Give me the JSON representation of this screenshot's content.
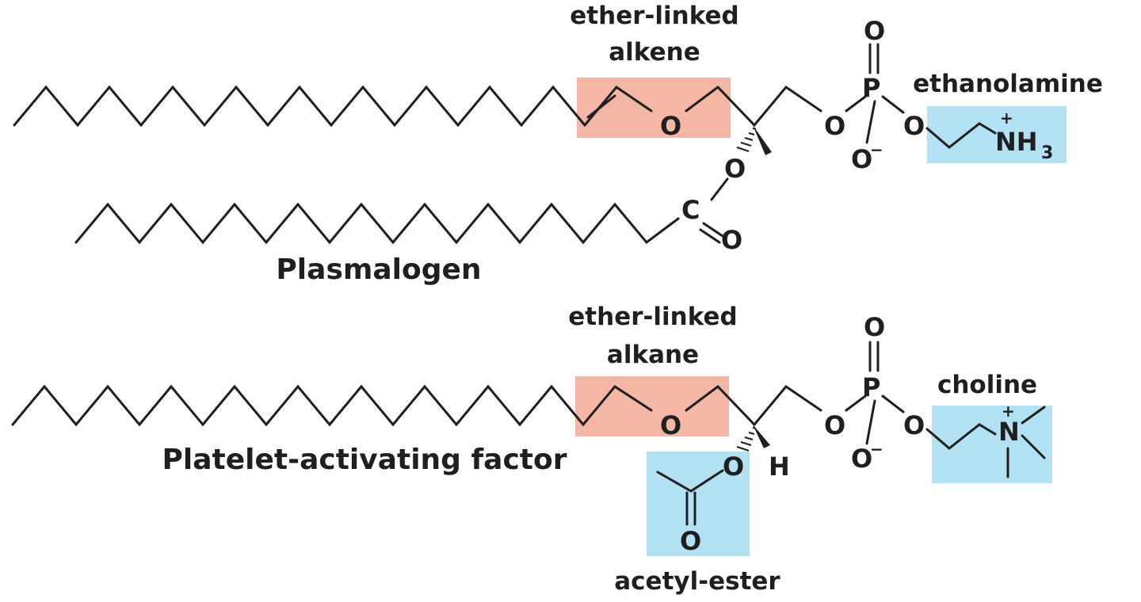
{
  "colors": {
    "ether_highlight": "#f4b7a6",
    "headgroup_highlight": "#b3e1f4",
    "bond": "#1f1f1f"
  },
  "molecules": {
    "plasmalogen": {
      "name": "Plasmalogen",
      "ether_label_line1": "ether-linked",
      "ether_label_line2": "alkene",
      "headgroup_label": "ethanolamine",
      "ether_oxygen": "O",
      "ester_oxygen": "O",
      "carbonyl_carbon": "C",
      "carbonyl_oxygen": "O",
      "phosphate_oxygen_left": "O",
      "phosphate_oxygen_right": "O",
      "phosphate_oxygen_top": "O",
      "phosphate_oxygen_bottom": "O",
      "phosphate_oxygen_charge": "−",
      "phosphorus": "P",
      "amine": "NH",
      "amine_subscript": "3",
      "amine_charge": "+"
    },
    "paf": {
      "name": "Platelet-activating factor",
      "ether_label_line1": "ether-linked",
      "ether_label_line2": "alkane",
      "headgroup_label": "choline",
      "acetyl_label": "acetyl-ester",
      "ether_oxygen": "O",
      "ester_oxygen": "O",
      "acetyl_carbonyl_oxygen": "O",
      "hydrogen": "H",
      "phosphate_oxygen_left": "O",
      "phosphate_oxygen_right": "O",
      "phosphate_oxygen_top": "O",
      "phosphate_oxygen_bottom": "O",
      "phosphate_oxygen_charge": "−",
      "phosphorus": "P",
      "nitrogen": "N",
      "nitrogen_charge": "+"
    }
  }
}
